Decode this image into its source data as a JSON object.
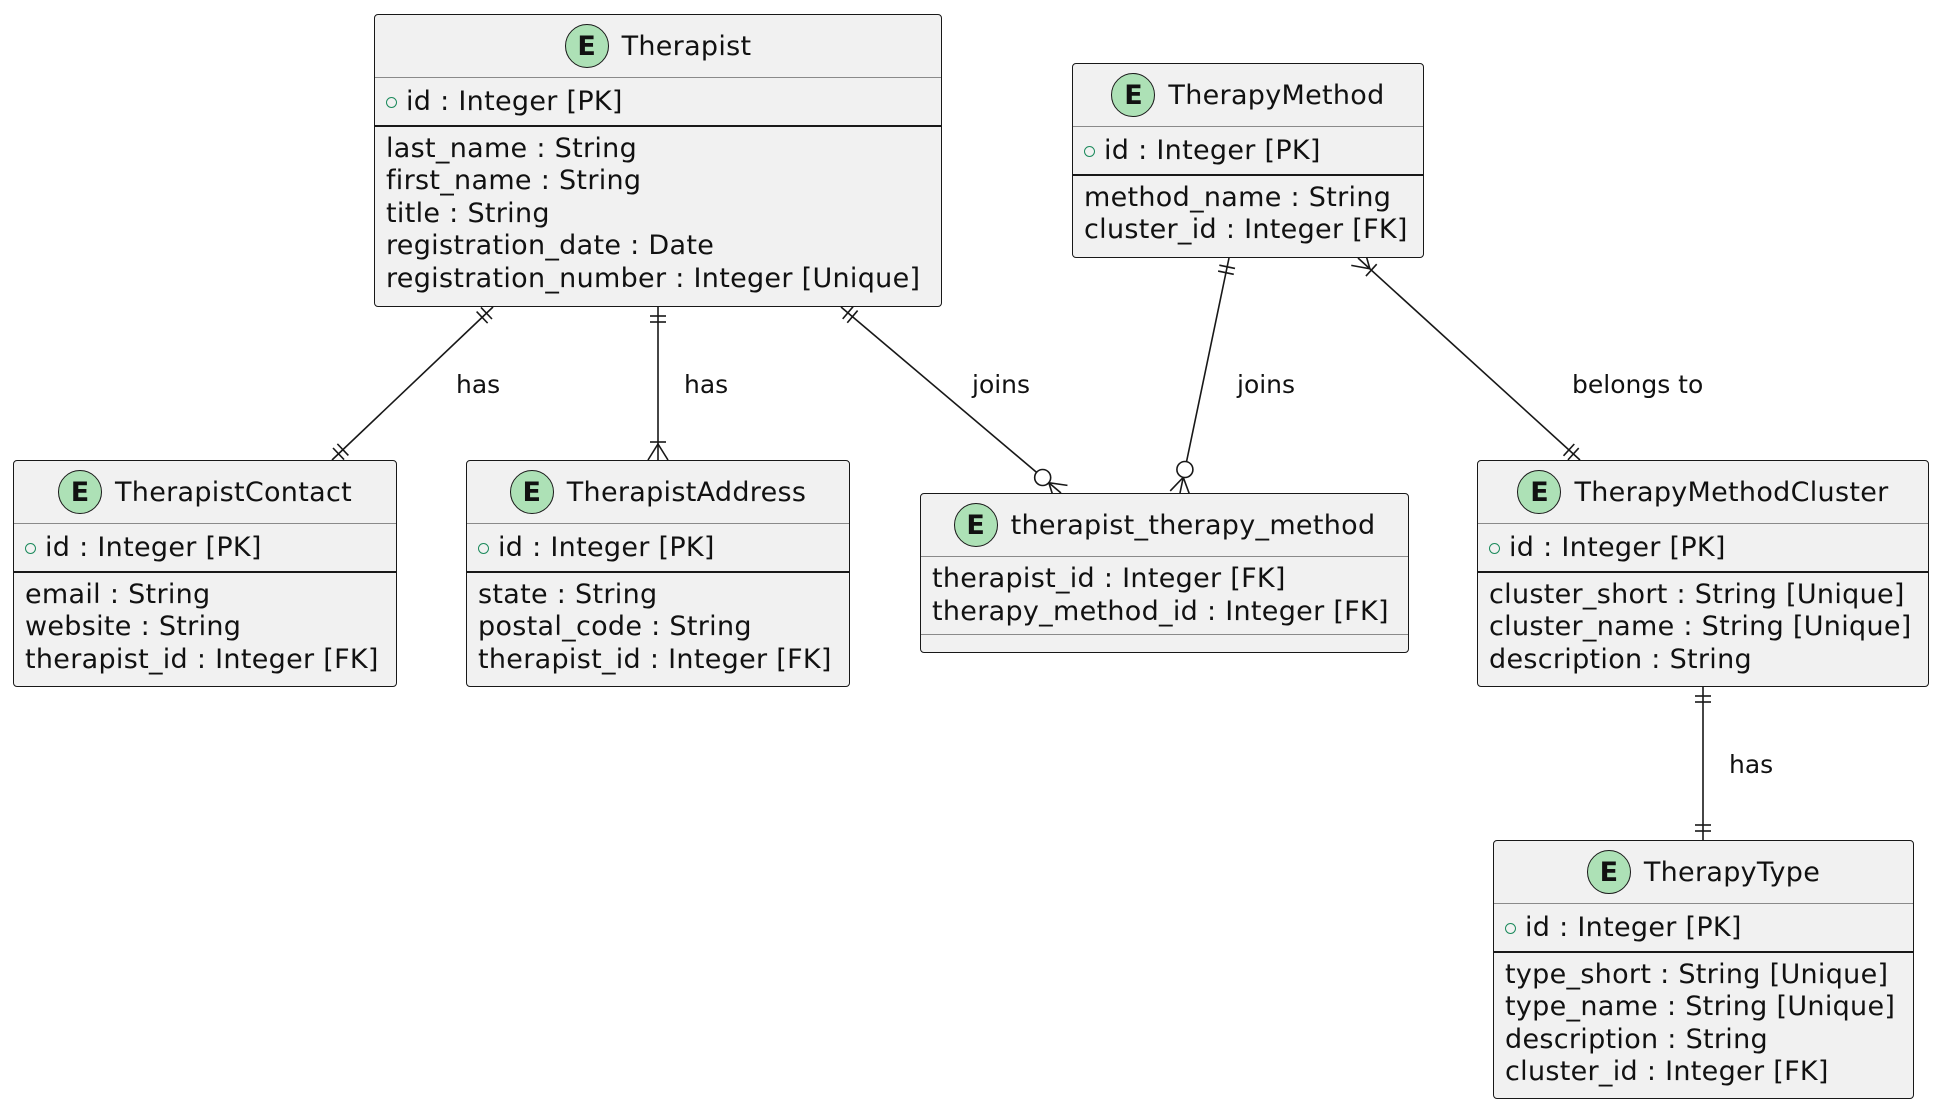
{
  "entities": {
    "therapist": {
      "name": "Therapist",
      "badge": "E",
      "pk": "id : Integer [PK]",
      "attributes": [
        "last_name : String",
        "first_name : String",
        "title : String",
        "registration_date : Date",
        "registration_number : Integer [Unique]"
      ]
    },
    "therapy_method": {
      "name": "TherapyMethod",
      "badge": "E",
      "pk": "id : Integer [PK]",
      "attributes": [
        "method_name : String",
        "cluster_id : Integer [FK]"
      ]
    },
    "therapist_contact": {
      "name": "TherapistContact",
      "badge": "E",
      "pk": "id : Integer [PK]",
      "attributes": [
        "email : String",
        "website : String",
        "therapist_id : Integer [FK]"
      ]
    },
    "therapist_address": {
      "name": "TherapistAddress",
      "badge": "E",
      "pk": "id : Integer [PK]",
      "attributes": [
        "state : String",
        "postal_code : String",
        "therapist_id : Integer [FK]"
      ]
    },
    "therapist_therapy_method": {
      "name": "therapist_therapy_method",
      "badge": "E",
      "attributes": [
        "therapist_id : Integer [FK]",
        "therapy_method_id : Integer [FK]"
      ]
    },
    "therapy_method_cluster": {
      "name": "TherapyMethodCluster",
      "badge": "E",
      "pk": "id : Integer [PK]",
      "attributes": [
        "cluster_short : String [Unique]",
        "cluster_name : String [Unique]",
        "description : String"
      ]
    },
    "therapy_type": {
      "name": "TherapyType",
      "badge": "E",
      "pk": "id : Integer [PK]",
      "attributes": [
        "type_short : String [Unique]",
        "type_name : String [Unique]",
        "description : String",
        "cluster_id : Integer [FK]"
      ]
    }
  },
  "relationships": [
    {
      "from": "Therapist",
      "to": "TherapistContact",
      "label": "has",
      "from_card": "exactly-one",
      "to_card": "exactly-one"
    },
    {
      "from": "Therapist",
      "to": "TherapistAddress",
      "label": "has",
      "from_card": "exactly-one",
      "to_card": "one-or-many"
    },
    {
      "from": "Therapist",
      "to": "therapist_therapy_method",
      "label": "joins",
      "from_card": "exactly-one",
      "to_card": "zero-or-many"
    },
    {
      "from": "TherapyMethod",
      "to": "therapist_therapy_method",
      "label": "joins",
      "from_card": "exactly-one",
      "to_card": "zero-or-many"
    },
    {
      "from": "TherapyMethod",
      "to": "TherapyMethodCluster",
      "label": "belongs to",
      "from_card": "one-or-many",
      "to_card": "exactly-one"
    },
    {
      "from": "TherapyMethodCluster",
      "to": "TherapyType",
      "label": "has",
      "from_card": "exactly-one",
      "to_card": "exactly-one"
    }
  ],
  "colors": {
    "entity_fill": "#f1f1f1",
    "badge_fill": "#ade1b6",
    "pk_marker": "#1c8a5c",
    "line": "#181818"
  }
}
